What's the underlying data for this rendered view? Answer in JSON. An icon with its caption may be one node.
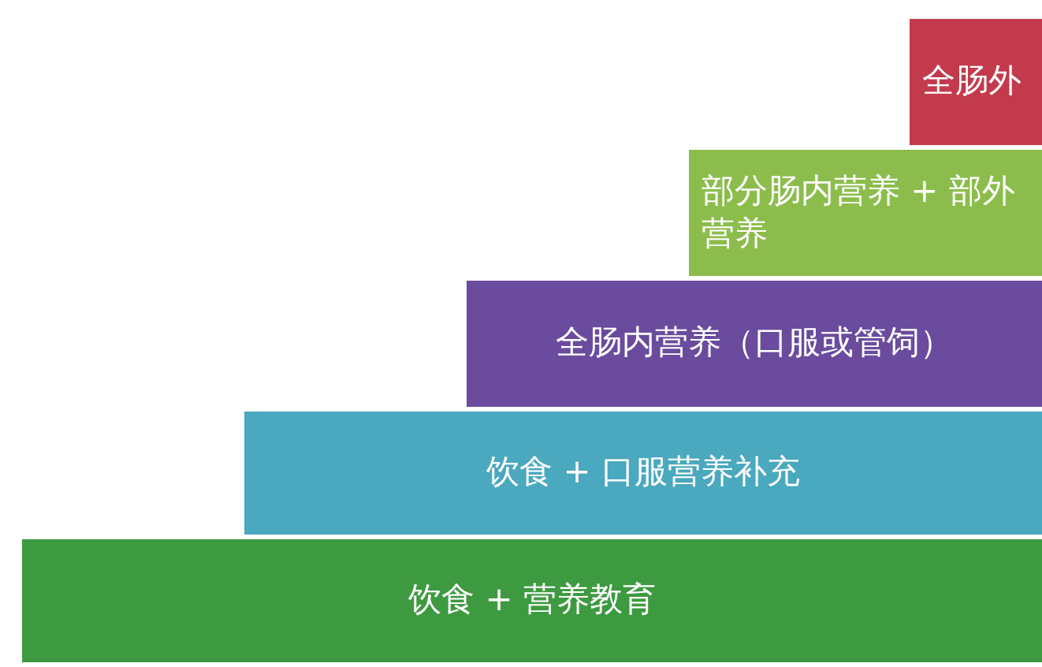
{
  "diagram": {
    "nodes": [
      {
        "text": [
          "全肠外"
        ]
      },
      {
        "text": [
          "部分肠内营养 + 部外营养"
        ]
      },
      {
        "text": [
          "全肠内营养（口服或管饲）"
        ]
      },
      {
        "text": [
          "饮食 + 口服营养补充"
        ]
      },
      {
        "text": [
          "饮食 + 营养教育"
        ]
      }
    ],
    "edges": []
  }
}
